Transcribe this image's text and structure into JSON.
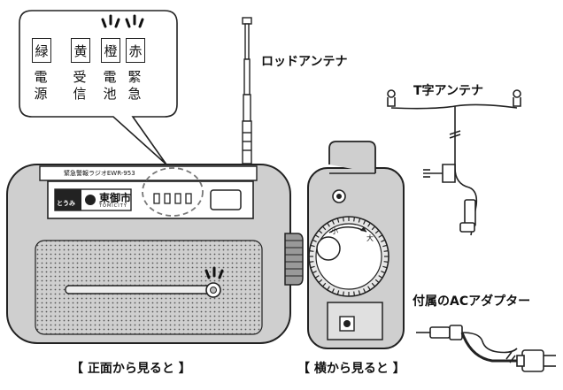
{
  "callout": {
    "lamps": [
      {
        "color_char": "緑",
        "caption": [
          "電",
          "源"
        ]
      },
      {
        "color_char": "黄",
        "caption": [
          "受",
          "信"
        ]
      },
      {
        "color_char": "橙",
        "caption": [
          "電",
          "池"
        ]
      },
      {
        "color_char": "赤",
        "caption": [
          "緊",
          "急"
        ]
      }
    ]
  },
  "labels": {
    "rod_antenna": "ロッドアンテナ",
    "t_antenna": "T字アンテナ",
    "ac_adapter": "付属のACアダプター",
    "front_view": "【 正面から見ると 】",
    "side_view": "【 横から見ると 】"
  },
  "radio": {
    "model_text": "緊急警報ラジオEWR-953",
    "logo_prefix": "とうみ",
    "city_name": "東御市",
    "city_roman": "TOMICITY",
    "dial_min": "小",
    "dial_max": "大"
  }
}
